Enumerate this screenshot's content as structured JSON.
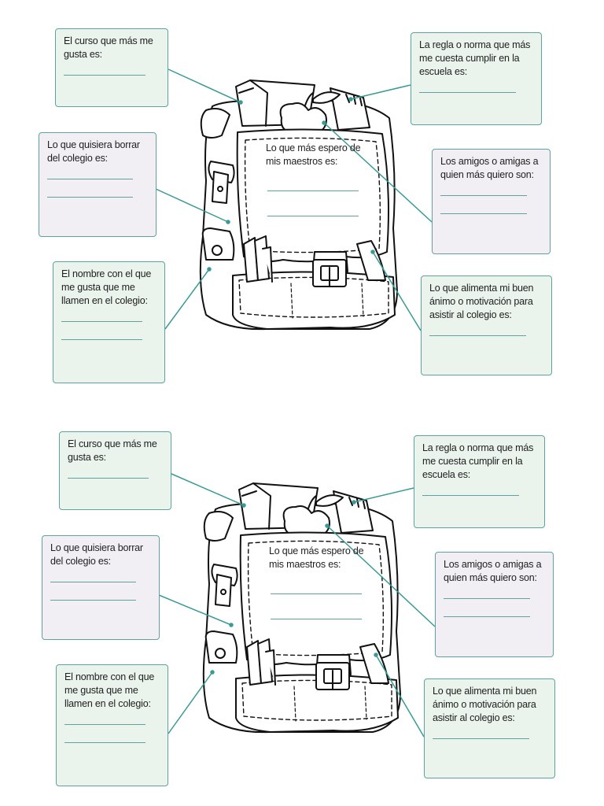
{
  "colors": {
    "box_border": "#5fa3a0",
    "box_green": "#eaf3ec",
    "box_violet": "#f1eef4",
    "line": "#3a9a94"
  },
  "illustration": {
    "name": "backpack-drawing"
  },
  "worksheets": [
    {
      "q_course": "El curso que más me gusta es:",
      "q_erase": "Lo que quisiera borrar del colegio es:",
      "q_name": "El nombre con el que me gusta que me llamen en el colegio:",
      "q_rule": "La regla o norma que más me cuesta cumplir en la escuela es:",
      "q_friends": "Los amigos o amigas a quien más quiero son:",
      "q_motivation": "Lo que alimenta mi buen ánimo o motivación para asistir al colegio es:",
      "q_teachers": "Lo que más espero de mis maestros es:"
    },
    {
      "q_course": "El curso que más me gusta es:",
      "q_erase": "Lo que quisiera borrar del colegio es:",
      "q_name": "El nombre con el que me gusta que me llamen en el colegio:",
      "q_rule": "La regla o norma que más me cuesta cumplir en la escuela es:",
      "q_friends": "Los amigos o amigas a quien más quiero son:",
      "q_motivation": "Lo que alimenta mi buen ánimo o motivación para asistir al colegio es:",
      "q_teachers": "Lo que más espero de mis maestros es:"
    }
  ]
}
